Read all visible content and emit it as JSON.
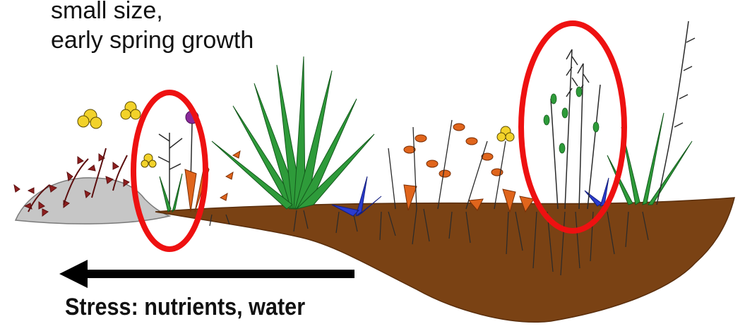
{
  "caption": {
    "line1": "small size,",
    "line2": "early spring growth"
  },
  "stress_label": "Stress: nutrients, water",
  "colors": {
    "soil": "#7a4214",
    "rock": "#c6c6c6",
    "highlight_ring": "#ee1111",
    "arrow": "#000000",
    "grass": "#2e9b3a",
    "dark_stem": "#2a2a2a",
    "yellow_flower": "#f2d22a",
    "red_leaf": "#8e1f1f",
    "orange_plant": "#e0651c",
    "blue_plant": "#2b3ccf",
    "purple_flower": "#8a2a9a"
  },
  "icons": [
    "left-arrow-icon",
    "highlight-ellipse-left",
    "highlight-ellipse-right"
  ]
}
